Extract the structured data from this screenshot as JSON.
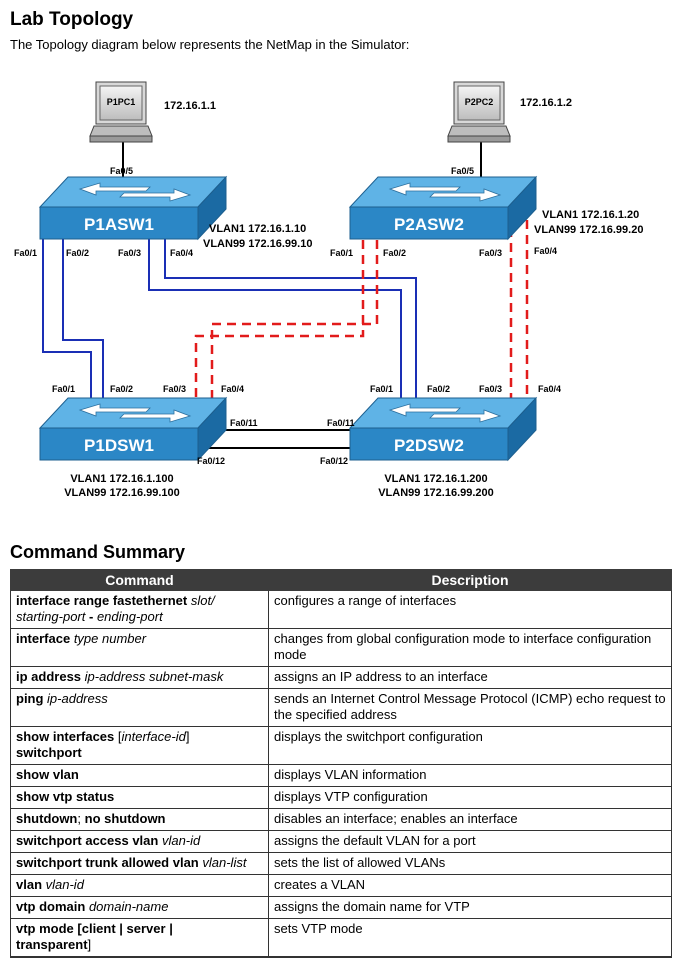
{
  "heading": "Lab Topology",
  "intro": "The Topology diagram below represents the NetMap in the Simulator:",
  "pcs": [
    {
      "name": "P1PC1",
      "ip": "172.16.1.1",
      "port": "Fa0/5"
    },
    {
      "name": "P2PC2",
      "ip": "172.16.1.2",
      "port": "Fa0/5"
    }
  ],
  "switches": {
    "p1asw1": {
      "name": "P1ASW1",
      "vlan1": "VLAN1 172.16.1.10",
      "vlan99": "VLAN99 172.16.99.10",
      "ports": [
        "Fa0/1",
        "Fa0/2",
        "Fa0/3",
        "Fa0/4"
      ]
    },
    "p2asw2": {
      "name": "P2ASW2",
      "vlan1": "VLAN1 172.16.1.20",
      "vlan99": "VLAN99 172.16.99.20",
      "ports": [
        "Fa0/1",
        "Fa0/2",
        "Fa0/3",
        "Fa0/4"
      ]
    },
    "p1dsw1": {
      "name": "P1DSW1",
      "vlan1": "VLAN1 172.16.1.100",
      "vlan99": "VLAN99 172.16.99.100",
      "ports": [
        "Fa0/1",
        "Fa0/2",
        "Fa0/3",
        "Fa0/4",
        "Fa0/11",
        "Fa0/12"
      ]
    },
    "p2dsw2": {
      "name": "P2DSW2",
      "vlan1": "VLAN1 172.16.1.200",
      "vlan99": "VLAN99 172.16.99.200",
      "ports": [
        "Fa0/1",
        "Fa0/2",
        "Fa0/3",
        "Fa0/4",
        "Fa0/11",
        "Fa0/12"
      ]
    }
  },
  "colors": {
    "switch": "#2b87c6",
    "solid_link": "#1a2fb5",
    "dashed_link": "#e21b1b",
    "crossover": "#000000"
  },
  "summary": {
    "heading": "Command Summary",
    "col_command": "Command",
    "col_description": "Description",
    "rows": [
      {
        "cmd": [
          [
            "b",
            "interface range fastethernet "
          ],
          [
            "i",
            "slot/"
          ],
          [
            "br",
            ""
          ],
          [
            "i",
            "starting-port "
          ],
          [
            "b",
            "- "
          ],
          [
            "i",
            "ending-port"
          ]
        ],
        "desc": "configures a range of interfaces"
      },
      {
        "cmd": [
          [
            "b",
            "interface "
          ],
          [
            "i",
            "type number"
          ]
        ],
        "desc": "changes from global configuration mode to interface configuration mode"
      },
      {
        "cmd": [
          [
            "b",
            "ip address "
          ],
          [
            "i",
            "ip-address subnet-mask"
          ]
        ],
        "desc": "assigns an IP address to an interface"
      },
      {
        "cmd": [
          [
            "b",
            "ping "
          ],
          [
            "i",
            "ip-address"
          ]
        ],
        "desc": "sends an Internet Control Message Protocol (ICMP) echo request to the specified address"
      },
      {
        "cmd": [
          [
            "b",
            "show interfaces "
          ],
          [
            "n",
            "["
          ],
          [
            "i",
            "interface-id"
          ],
          [
            "n",
            "]"
          ],
          [
            "br",
            ""
          ],
          [
            "b",
            "switchport"
          ]
        ],
        "desc": "displays the switchport configuration"
      },
      {
        "cmd": [
          [
            "b",
            "show vlan"
          ]
        ],
        "desc": "displays VLAN information"
      },
      {
        "cmd": [
          [
            "b",
            "show vtp status"
          ]
        ],
        "desc": "displays VTP configuration"
      },
      {
        "cmd": [
          [
            "b",
            "shutdown"
          ],
          [
            "n",
            "; "
          ],
          [
            "b",
            "no shutdown"
          ]
        ],
        "desc": "disables an interface; enables an interface"
      },
      {
        "cmd": [
          [
            "b",
            "switchport access vlan "
          ],
          [
            "i",
            "vlan-id"
          ]
        ],
        "desc": "assigns the default VLAN for a port"
      },
      {
        "cmd": [
          [
            "b",
            "switchport trunk allowed vlan "
          ],
          [
            "i",
            "vlan-list"
          ]
        ],
        "desc": "sets the list of allowed VLANs"
      },
      {
        "cmd": [
          [
            "b",
            "vlan "
          ],
          [
            "i",
            "vlan-id"
          ]
        ],
        "desc": "creates a VLAN"
      },
      {
        "cmd": [
          [
            "b",
            "vtp domain "
          ],
          [
            "i",
            "domain-name"
          ]
        ],
        "desc": "assigns the domain name for VTP"
      },
      {
        "cmd": [
          [
            "b",
            "vtp mode [client | server |"
          ],
          [
            "br",
            ""
          ],
          [
            "b",
            "transparent"
          ],
          [
            "n",
            "]"
          ]
        ],
        "desc": "sets VTP mode"
      }
    ]
  }
}
